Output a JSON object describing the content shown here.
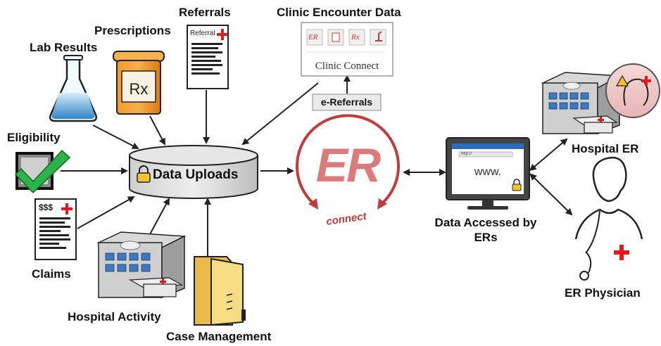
{
  "sources": {
    "lab_results": "Lab Results",
    "prescriptions": "Prescriptions",
    "prescription_label": "Rx",
    "referrals": "Referrals",
    "referral_doc_title": "Referral",
    "eligibility": "Eligibility",
    "claims": "Claims",
    "claims_doc_title": "$$$",
    "hospital_activity": "Hospital Activity",
    "case_management": "Case Management"
  },
  "hub": {
    "data_uploads": "Data Uploads",
    "clinic_encounter_data": "Clinic Encounter Data",
    "clinic_connect": "Clinic Connect",
    "clinic_icons": [
      "ER",
      "Rx"
    ],
    "e_referrals": "e-Referrals",
    "er_logo": "ER",
    "connect": "connect"
  },
  "consumers": {
    "monitor_url": "http://",
    "monitor_www": "www.",
    "data_accessed": "Data Accessed by ERs",
    "hospital_er": "Hospital ER",
    "er_physician": "ER Physician"
  },
  "colors": {
    "er_red": "#c23b3b",
    "cross_red": "#e11b1b",
    "check_green": "#2cb34a",
    "pill_orange": "#f28a1e",
    "flask_blue": "#4ea3d8",
    "folder_yellow": "#f3cf69"
  }
}
